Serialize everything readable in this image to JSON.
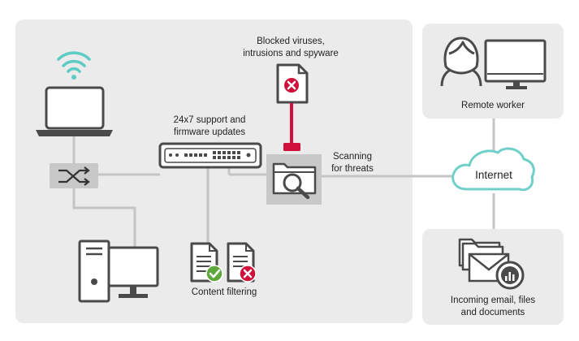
{
  "labels": {
    "blocked": {
      "line1": "Blocked viruses,",
      "line2": "intrusions and spyware"
    },
    "support": {
      "line1": "24x7 support and",
      "line2": "firmware updates"
    },
    "scanning": {
      "line1": "Scanning",
      "line2": "for threats"
    },
    "content_filtering": "Content filtering",
    "remote_worker": "Remote worker",
    "internet": "Internet",
    "incoming": {
      "line1": "Incoming email, files",
      "line2": "and documents"
    }
  },
  "colors": {
    "panel": "#ebebeb",
    "line": "#c4c4c4",
    "icon": "#4a4a4a",
    "block": "#d0103a",
    "ok": "#5fa83b",
    "wifi": "#5bcbc3",
    "cloud": "#6ed0c8"
  }
}
